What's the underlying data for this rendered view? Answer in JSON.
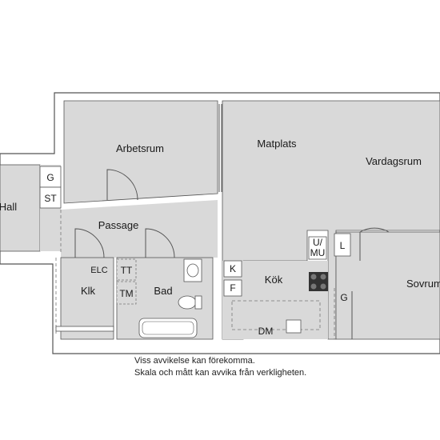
{
  "rooms": {
    "arbetsrum": "Arbetsrum",
    "matplats": "Matplats",
    "vardagsrum": "Vardagsrum",
    "hall": "Hall",
    "passage": "Passage",
    "klk": "Klk",
    "bad": "Bad",
    "kok": "Kök",
    "sovrum": "Sovrum"
  },
  "fixtures": {
    "g_hall": "G",
    "st_hall": "ST",
    "elc": "ELC",
    "tt": "TT",
    "tm": "TM",
    "k": "K",
    "f": "F",
    "dm": "DM",
    "u_mu": [
      "U/",
      "MU"
    ],
    "l": "L",
    "g_sovrum": "G"
  },
  "notes": {
    "line1": "Viss avvikelse kan förekomma.",
    "line2": "Skala och mått kan avvika från verkligheten."
  },
  "colors": {
    "floor": "#d9d9d9",
    "wall": "#ffffff",
    "outline": "#555555",
    "stove": "#333333"
  }
}
